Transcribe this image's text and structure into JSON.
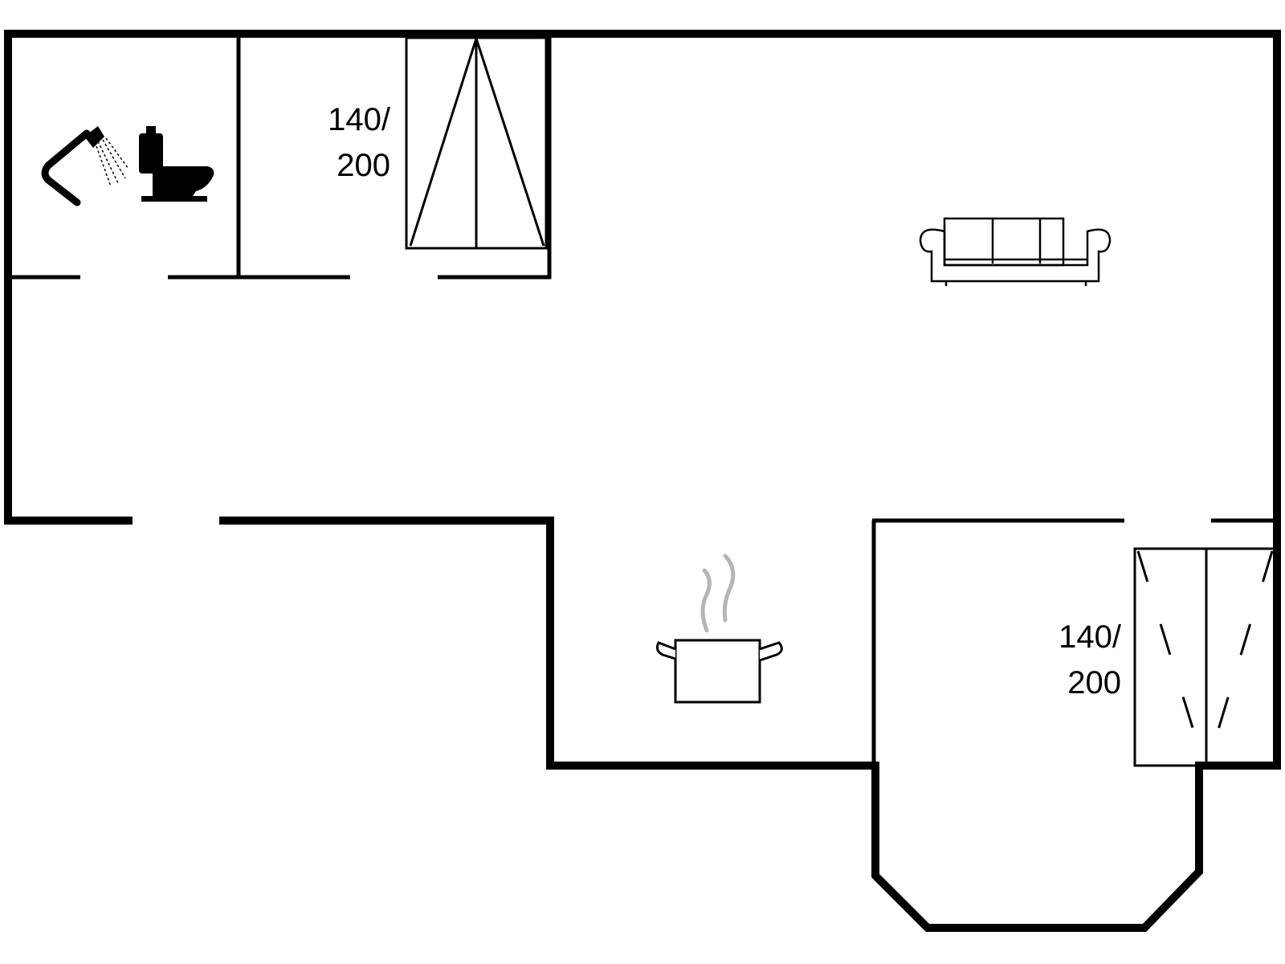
{
  "floorplan": {
    "colors": {
      "wall": "#000000",
      "background": "#ffffff",
      "steam": "#b5b5b5"
    },
    "beds": [
      {
        "label_line1": "140/",
        "label_line2": "200"
      },
      {
        "label_line1": "140/",
        "label_line2": "200"
      }
    ],
    "icons": [
      "shower-icon",
      "toilet-icon",
      "sofa-icon",
      "cooking-pot-icon"
    ]
  }
}
